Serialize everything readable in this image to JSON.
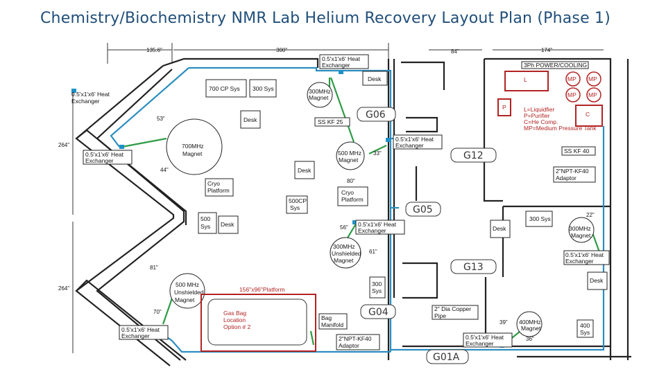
{
  "title": "Chemistry/Biochemistry NMR Lab Helium Recovery Layout Plan (Phase 1)",
  "colors": {
    "title": "#1f4e79",
    "pipe": "#2b8dbf",
    "line": "#2e9b45",
    "equipment": "#b22222"
  },
  "dimensions": {
    "d1": "135.6\"",
    "d2": "300\"",
    "d3": "84\"",
    "d4": "174\"",
    "d5": "264\"",
    "d6": "264\"",
    "d7": "53\"",
    "d8": "44\"",
    "d9": "80\"",
    "d10": "33\"",
    "d11": "56\"",
    "d12": "61\"",
    "d13": "22\"",
    "d14": "81\"",
    "d15": "70\"",
    "d16": "39\"",
    "d17": "36\""
  },
  "rooms": {
    "g06": "G06",
    "g05": "G05",
    "g04": "G04",
    "g01a": "G01A",
    "g12": "G12",
    "g13": "G13"
  },
  "heat_exchangers": {
    "top": [
      "0.5'x1'x6' Heat",
      "Exchanger"
    ],
    "left_top": [
      "0.5'x1'x6' Heat",
      "Exchanger"
    ],
    "left_mid": [
      "0.5'x1'x6' Heat",
      "Exchanger"
    ],
    "center": [
      "0.5'x1'x6' Heat",
      "Exchanger"
    ],
    "center_mid": [
      "0.5'x1'x6' Heat",
      "Exchanger"
    ],
    "left_bottom": [
      "0.5'x1'x6' Heat",
      "Exchanger"
    ],
    "bottom_right": [
      "0.5'x1'x6' Heat",
      "Exchanger"
    ],
    "right": [
      "0.5'x1'x6' Heat",
      "Exchanger"
    ]
  },
  "magnets": {
    "m700": [
      "700MHz",
      "Magnet"
    ],
    "m300top": [
      "300MHz",
      "Magnet"
    ],
    "m500": [
      "500 MHz",
      "Magnet"
    ],
    "m300u": [
      "300MHz",
      "Unshielded",
      "Magnet"
    ],
    "m500u": [
      "500 MHz",
      "Unshielded",
      "Magnet"
    ],
    "m300r": [
      "300MHz",
      "Magnet"
    ],
    "m400": [
      "400MHz",
      "Magnet"
    ]
  },
  "equipment": {
    "sys700": "700 CP Sys",
    "sys300a": "300 Sys",
    "desk1": "Desk",
    "desk2": "Desk",
    "desk3": "Desk",
    "desk4": "Desk",
    "desk5": "Desk",
    "desk6": "Desk",
    "cryo1": [
      "Cryo",
      "Platform"
    ],
    "cryo2": [
      "Cryo",
      "Platform"
    ],
    "sys500cp": [
      "500CP",
      "Sys"
    ],
    "sys500": [
      "500",
      "Sys"
    ],
    "sys300b": [
      "300",
      "Sys"
    ],
    "sys300c": "300 Sys",
    "sys400": [
      "400",
      "Sys"
    ]
  },
  "fittings": {
    "ss_kf25": "SS KF 25",
    "ss_kf40": "SS KF 40",
    "npt_right": [
      "2\"NPT-KF40",
      "Adaptor"
    ],
    "npt_bottom": [
      "2\"NPT-KF40",
      "Adaptor"
    ],
    "bag_manifold": [
      "Bag",
      "Manifold"
    ],
    "copper_pipe": [
      "2\" Dia Copper",
      "Pipe"
    ]
  },
  "platform": {
    "label": "156\"x96\"Platform",
    "gas_bag": [
      "Gas Bag",
      "Location",
      "Option # 2"
    ]
  },
  "power_room": {
    "title": "3Ph POWER/COOLING",
    "mp": "MP",
    "l": "L",
    "p": "P",
    "c": "C",
    "legend": [
      "L=Liquidfier",
      "P=Purifier",
      "C=He Comp.",
      "MP=Medium Pressure Tank"
    ]
  }
}
